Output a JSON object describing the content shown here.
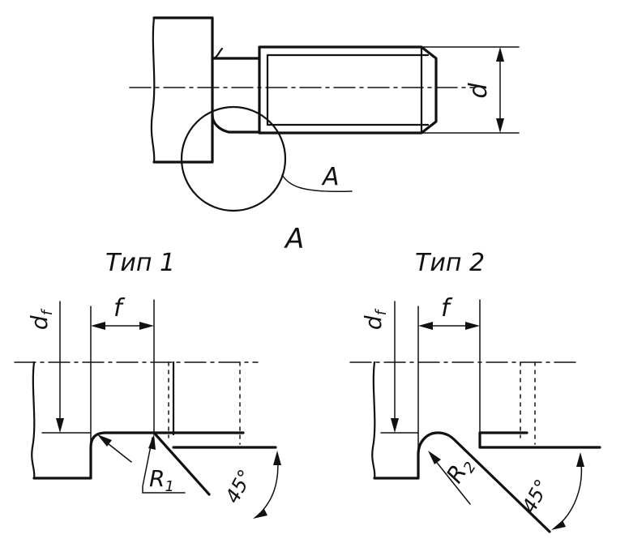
{
  "top_view": {
    "dim_d": "d",
    "callout": "A"
  },
  "detail_title": "A",
  "type1": {
    "title": "Тип 1",
    "dim_df": "d",
    "dim_df_sub": "f",
    "dim_f": "f",
    "radius": "R",
    "radius_sub": "1",
    "angle": "45°"
  },
  "type2": {
    "title": "Тип 2",
    "dim_df": "d",
    "dim_df_sub": "f",
    "dim_f": "f",
    "radius": "R",
    "radius_sub": "2",
    "angle": "45°"
  }
}
